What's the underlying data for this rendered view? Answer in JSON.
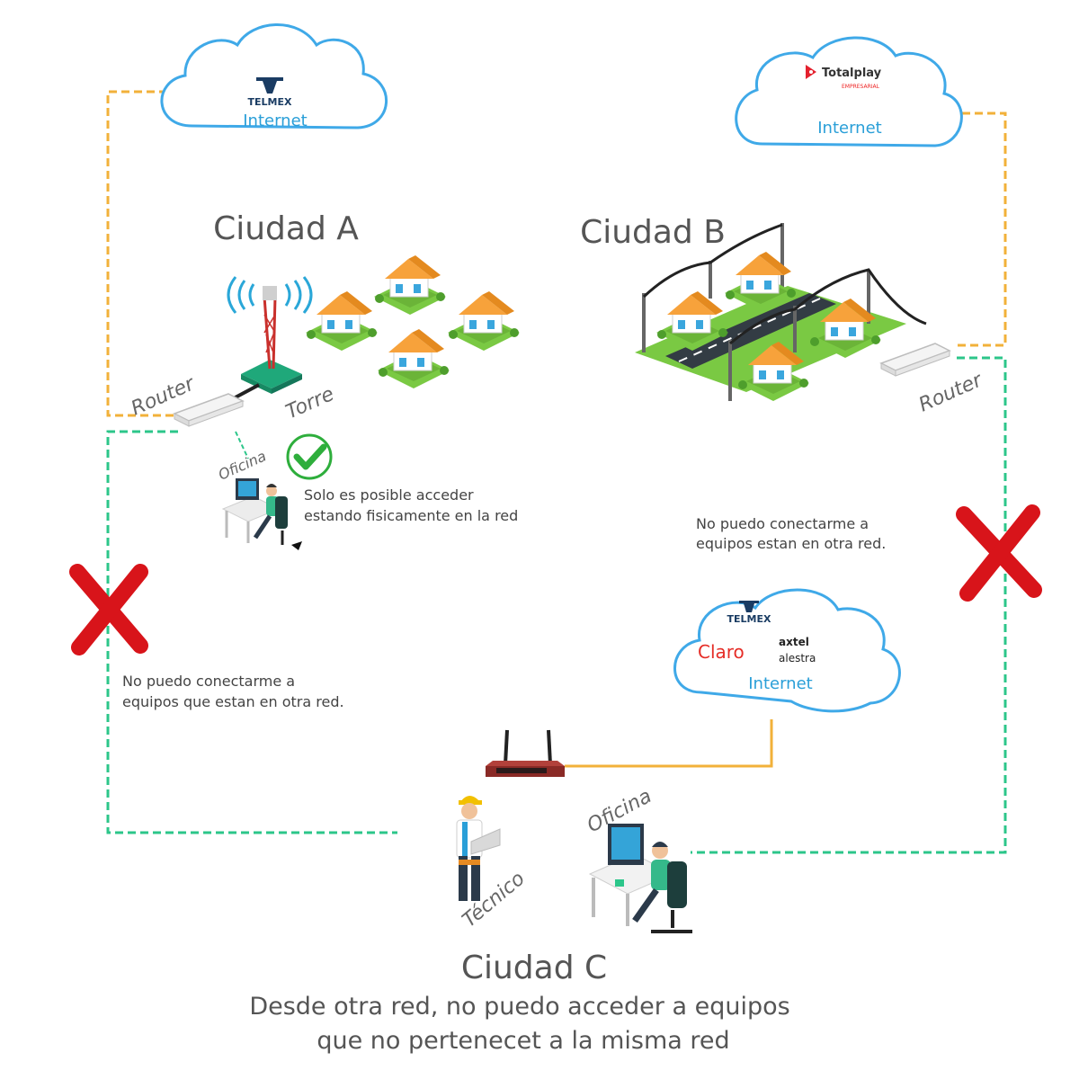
{
  "cities": {
    "a": "Ciudad A",
    "b": "Ciudad B",
    "c": "Ciudad C"
  },
  "clouds": {
    "telmex": {
      "brand": "TELMEX",
      "label": "Internet"
    },
    "totalplay": {
      "brand": "Totalplay",
      "sub": "EMPRESARIAL",
      "label": "Internet"
    },
    "multi": {
      "brands": [
        "TELMEX",
        "Claro",
        "axtel",
        "alestra"
      ],
      "label": "Internet"
    }
  },
  "labels": {
    "router_a": "Router",
    "torre": "Torre",
    "oficina_a": "Oficina",
    "router_b": "Router",
    "oficina_c": "Oficina",
    "tecnico": "Técnico"
  },
  "notes": {
    "a_ok_line1": "Solo es posible acceder",
    "a_ok_line2": "estando fisicamente en la red",
    "b_line1": "No puedo conectarme a",
    "b_line2": "equipos estan en otra red.",
    "left_line1": "No puedo conectarme a",
    "left_line2": "equipos que estan en otra red."
  },
  "footer": {
    "line1": "Desde otra red, no puedo acceder a equipos",
    "line2": "que no pertenecet a la misma red"
  },
  "colors": {
    "internet_link": "#f2b13a",
    "vpn_link": "#2cc68a",
    "cloud_border": "#3fa9e8",
    "blocked": "#d8141a",
    "allowed": "#2eae3c",
    "house_roof": "#f7a23b",
    "grass": "#7ac943"
  },
  "icons": [
    "red-x-icon",
    "green-check-icon",
    "router-icon",
    "tower-icon",
    "house-icon",
    "technician-icon",
    "desk-worker-icon"
  ]
}
